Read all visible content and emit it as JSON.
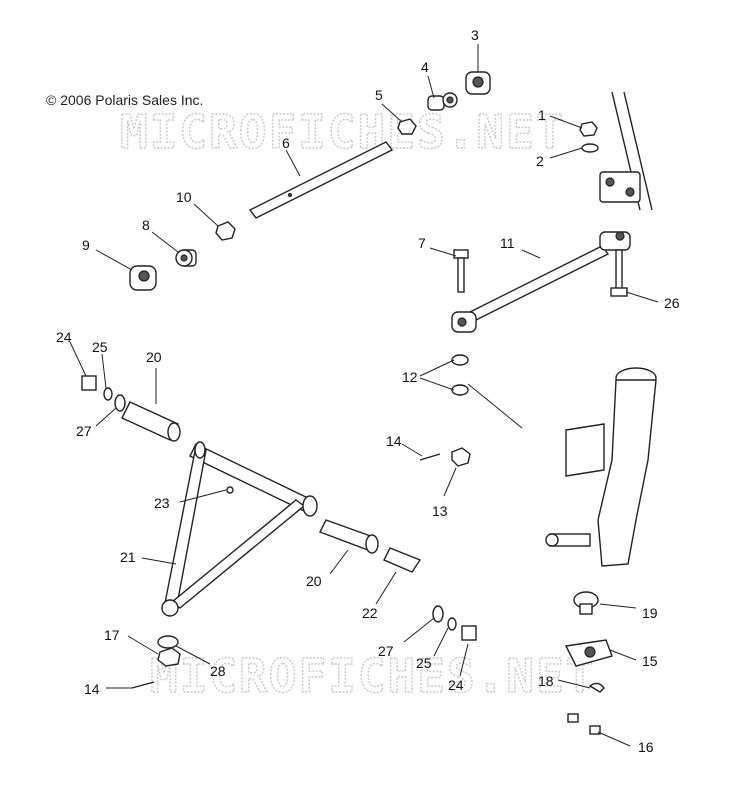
{
  "copyright": "© 2006 Polaris Sales Inc.",
  "watermark": "MICROFICHES.NET",
  "callouts": {
    "c1": "1",
    "c2": "2",
    "c3": "3",
    "c4": "4",
    "c5": "5",
    "c6": "6",
    "c7": "7",
    "c8": "8",
    "c9": "9",
    "c10": "10",
    "c11": "11",
    "c12": "12",
    "c13": "13",
    "c14a": "14",
    "c14b": "14",
    "c15": "15",
    "c16": "16",
    "c17": "17",
    "c18": "18",
    "c19": "19",
    "c20a": "20",
    "c20b": "20",
    "c21": "21",
    "c22": "22",
    "c23": "23",
    "c24a": "24",
    "c24b": "24",
    "c25a": "25",
    "c25b": "25",
    "c26": "26",
    "c27a": "27",
    "c27b": "27",
    "c28": "28"
  }
}
